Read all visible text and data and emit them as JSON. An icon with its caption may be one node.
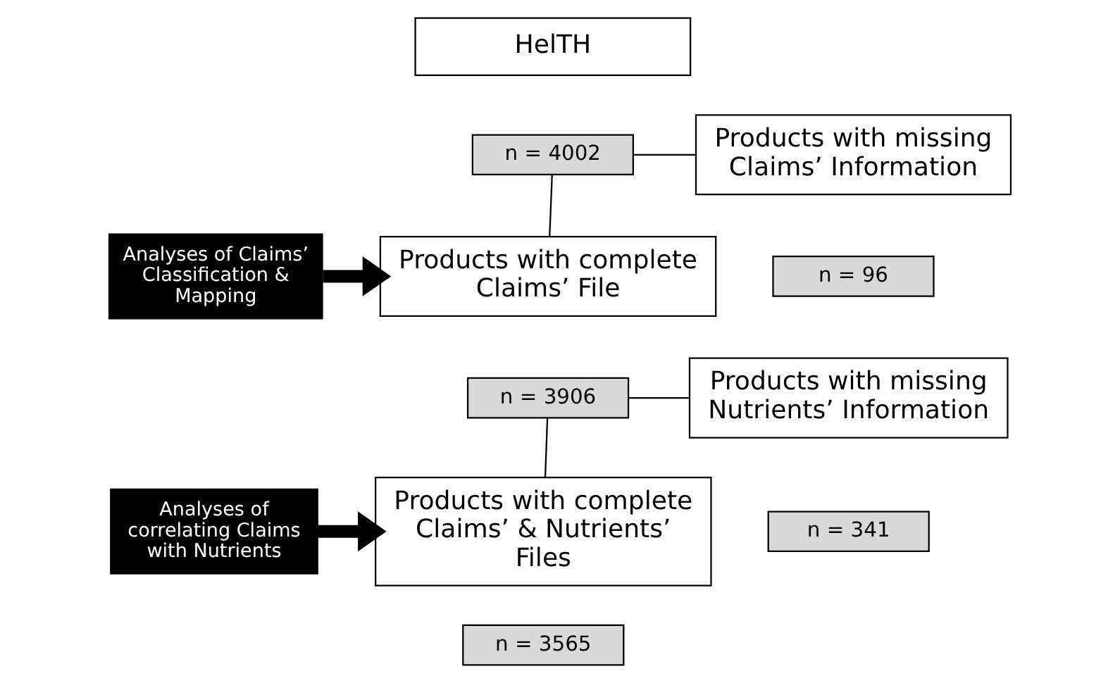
{
  "diagram": {
    "nodes": [
      {
        "text": [
          "HelTH"
        ]
      },
      {
        "text": [
          "n = 4002"
        ]
      },
      {
        "text": [
          "Products with missing Claims’ Information"
        ]
      },
      {
        "text": [
          "n = 96"
        ]
      },
      {
        "text": [
          "Analyses of Claims’ Classification & Mapping"
        ]
      },
      {
        "text": [
          "Products with complete Claims’ File"
        ]
      },
      {
        "text": [
          "n = 3906"
        ]
      },
      {
        "text": [
          "Products with missing Nutrients’ Information"
        ]
      },
      {
        "text": [
          "n = 341"
        ]
      },
      {
        "text": [
          "Analyses of correlating Claims with Nutrients"
        ]
      },
      {
        "text": [
          "Products with complete Claims’ & Nutrients’ Files"
        ]
      },
      {
        "text": [
          "n = 3565"
        ]
      }
    ],
    "edges": [
      {
        "from": 1,
        "to": 5,
        "arrow": "none"
      },
      {
        "from": 1,
        "to": 2,
        "arrow": "none"
      },
      {
        "from": 4,
        "to": 5,
        "arrow": "to",
        "style": "thick"
      },
      {
        "from": 6,
        "to": 10,
        "arrow": "none"
      },
      {
        "from": 6,
        "to": 7,
        "arrow": "none"
      },
      {
        "from": 9,
        "to": 10,
        "arrow": "to",
        "style": "thick"
      }
    ]
  }
}
